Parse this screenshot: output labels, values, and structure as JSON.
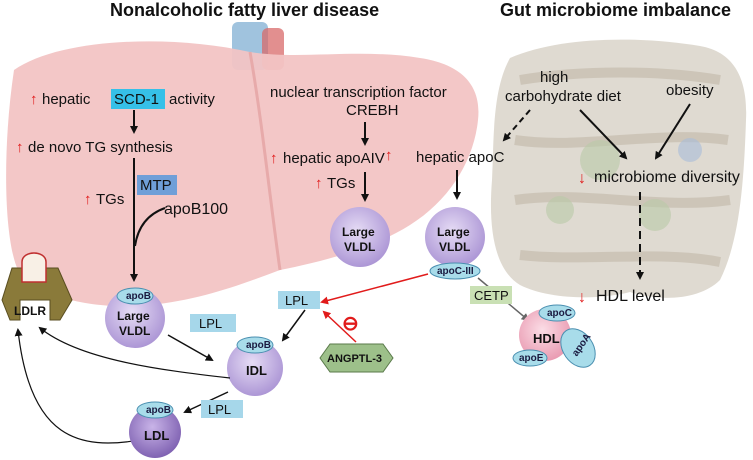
{
  "titles": {
    "left": "Nonalcoholic fatty liver disease",
    "right": "Gut microbiome imbalance"
  },
  "liver": {
    "scd1_prefix": "hepatic",
    "scd1_highlight": "SCD-1",
    "scd1_suffix": "activity",
    "de_novo": "de novo TG synthesis",
    "mtp": "MTP",
    "tgs": "TGs",
    "apob100": "apoB100",
    "nuclear_factor_line1": "nuclear transcription factor",
    "nuclear_factor_line2": "CREBH",
    "hepatic_apoaiv": "hepatic apoAIV",
    "tgs_2": "TGs",
    "hepatic_apoc": "hepatic apoC"
  },
  "gut": {
    "diet_line1": "high",
    "diet_line2": "carbohydrate diet",
    "obesity": "obesity",
    "microbiome_diversity": "microbiome diversity",
    "hdl_level": "HDL level"
  },
  "particles": {
    "large_vldl_1_line1": "Large",
    "large_vldl_1_line2": "VLDL",
    "large_vldl_1_tag": "apoB",
    "large_vldl_2_line1": "Large",
    "large_vldl_2_line2": "VLDL",
    "large_vldl_3_line1": "Large",
    "large_vldl_3_line2": "VLDL",
    "large_vldl_3_tag": "apoC-III",
    "idl": "IDL",
    "idl_tag": "apoB",
    "ldl": "LDL",
    "ldl_tag": "apoB",
    "hdl": "HDL",
    "hdl_apoc": "apoC",
    "hdl_apoe": "apoE",
    "hdl_apoa": "apoA"
  },
  "enzymes": {
    "lpl_1": "LPL",
    "lpl_2": "LPL",
    "lpl_3": "LPL",
    "cetp": "CETP",
    "angptl3": "ANGPTL-3",
    "ldlr": "LDLR",
    "inhibit_symbol": "⊖"
  },
  "colors": {
    "liver": "#f2c4c4",
    "particle": "#c9b6e6",
    "tag": "#a8dcea",
    "lpl_box": "#a6d7ea",
    "mtp_box": "#6f9fd8",
    "scd1_box": "#36c0e8",
    "cetp_box": "#c9e0b4",
    "angptl_box": "#9dc08a",
    "hdl": "#f0b2c4",
    "red": "#e11b1b",
    "ldlr": "#8a7a3a"
  }
}
